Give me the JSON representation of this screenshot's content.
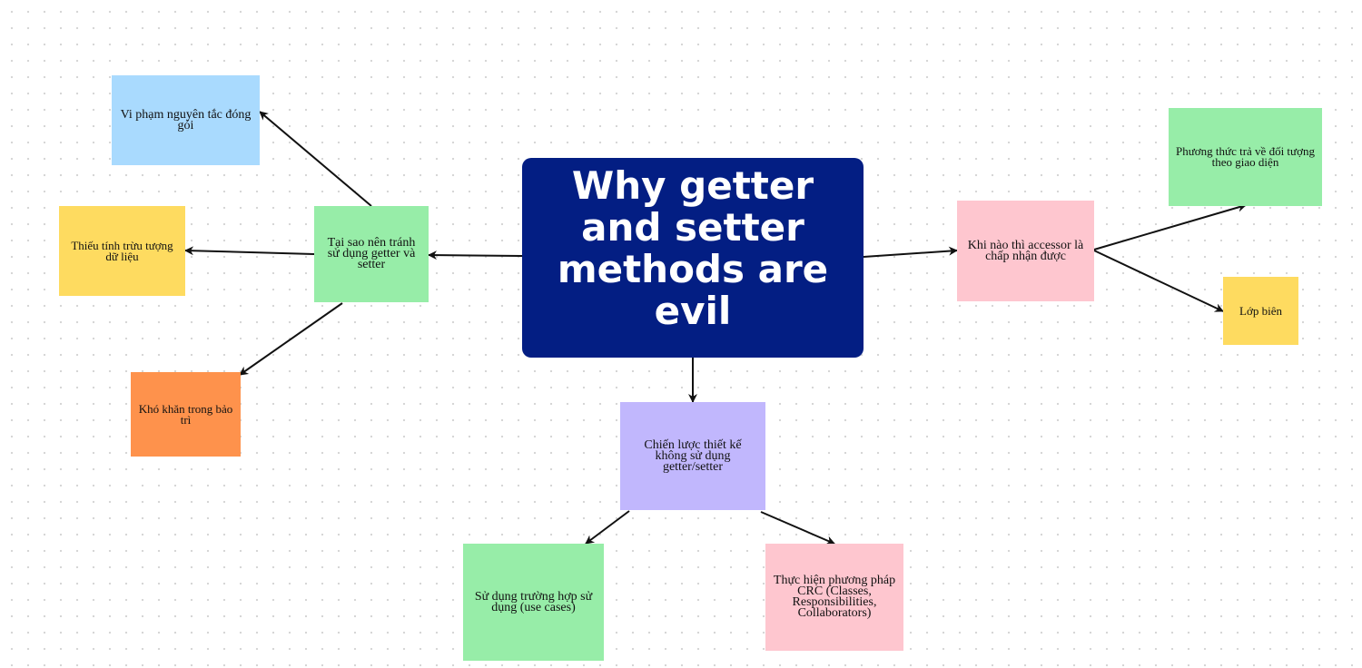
{
  "diagram": {
    "central_title": "Why getter and setter methods are evil",
    "nodes": {
      "reasons": "Tại sao nên tránh sử dụng getter và setter",
      "encapsulation": "Vi phạm nguyên tắc đóng gói",
      "abstraction": "Thiếu tính trừu tượng dữ liệu",
      "maintenance": "Khó khăn trong bảo trì",
      "strategy": "Chiến lược thiết kế không sử dụng getter/setter",
      "use_cases": "Sử dụng trường hợp sử dụng (use cases)",
      "crc": "Thực hiện phương pháp CRC (Classes, Responsibilities, Collaborators)",
      "accessor": "Khi nào thì accessor là chấp nhận được",
      "interface_return": "Phương thức trả về đối tượng theo giao diện",
      "boundary_class": "Lớp biên"
    },
    "colors": {
      "central": "#031e83",
      "green": "#97eda8",
      "blue": "#a9dafe",
      "yellow": "#fedb60",
      "orange": "#fe924c",
      "purple": "#c1b7fd",
      "pink": "#fec6cf",
      "arrow": "#111111"
    }
  }
}
